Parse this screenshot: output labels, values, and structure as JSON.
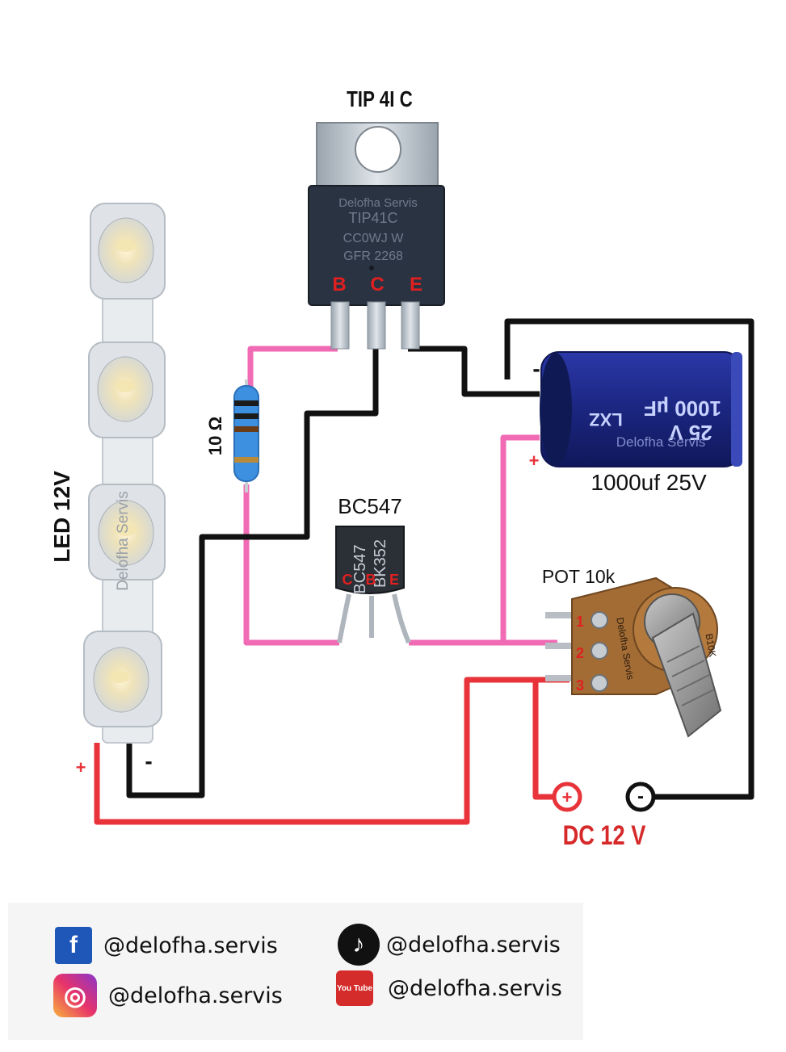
{
  "labels": {
    "tip41c": "TIP 4I C",
    "tip41c_marking": [
      "Delofha Servis",
      "TIP41C",
      "CC0WJ W",
      "GFR 2268"
    ],
    "tip_pins": [
      "B",
      "C",
      "E"
    ],
    "bc547": "BC547",
    "bc547_marking": [
      "BC547",
      "BK352"
    ],
    "bc_pins": [
      "C",
      "B",
      "E"
    ],
    "resistor": "10 Ω",
    "led": "LED 12V",
    "led_watermark": "Delofha Servis",
    "capacitor": "1000uf 25V",
    "cap_marking": [
      "25 V",
      "1000 µF",
      "LXZ",
      "Delofha Servis"
    ],
    "pot": "POT 10k",
    "pot_pins": [
      "1",
      "2",
      "3"
    ],
    "pot_marking": "Delofha Servis",
    "pot_code": "B10K",
    "dc": "DC 12 V",
    "plus": "+",
    "minus": "-"
  },
  "social": [
    {
      "icon": "facebook-icon",
      "glyph": "f",
      "handle": "@delofha.servis"
    },
    {
      "icon": "instagram-icon",
      "glyph": "◎",
      "handle": "@delofha.servis"
    },
    {
      "icon": "tiktok-icon",
      "glyph": "♪",
      "handle": "@delofha.servis"
    },
    {
      "icon": "youtube-icon",
      "glyph": "You Tube",
      "handle": "@delofha.servis"
    }
  ],
  "colors": {
    "wire_pink": "#f06ab4",
    "wire_black": "#111111",
    "wire_red": "#e8333a",
    "capacitor_body": "#1f2a8c",
    "resistor_body": "#3d8fe0",
    "dc_label": "#d62a2a"
  }
}
